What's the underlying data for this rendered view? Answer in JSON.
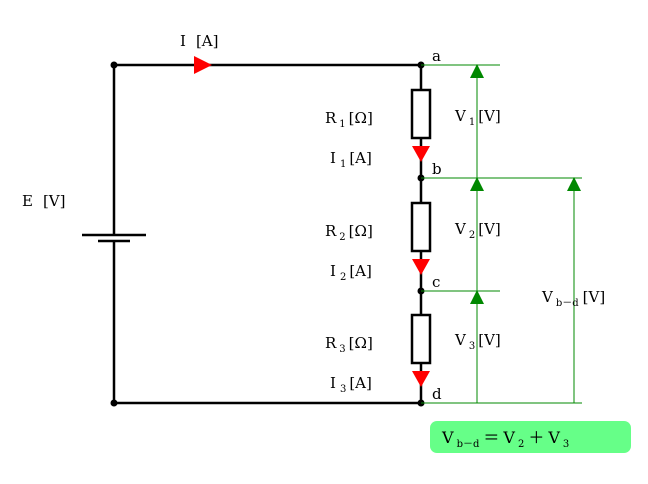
{
  "source": {
    "label": "E",
    "unit": "[V]"
  },
  "main_current": {
    "label": "I",
    "unit": "[A]"
  },
  "nodes": [
    "a",
    "b",
    "c",
    "d"
  ],
  "resistors": [
    {
      "label": "R",
      "sub": "1",
      "unit": "[Ω]"
    },
    {
      "label": "R",
      "sub": "2",
      "unit": "[Ω]"
    },
    {
      "label": "R",
      "sub": "3",
      "unit": "[Ω]"
    }
  ],
  "branch_currents": [
    {
      "label": "I",
      "sub": "1",
      "unit": "[A]"
    },
    {
      "label": "I",
      "sub": "2",
      "unit": "[A]"
    },
    {
      "label": "I",
      "sub": "3",
      "unit": "[A]"
    }
  ],
  "voltages": [
    {
      "label": "V",
      "sub": "1",
      "unit": "[V]"
    },
    {
      "label": "V",
      "sub": "2",
      "unit": "[V]"
    },
    {
      "label": "V",
      "sub": "3",
      "unit": "[V]"
    }
  ],
  "total_voltage": {
    "label": "V",
    "sub": "b－d",
    "unit": "[V]"
  },
  "equation": {
    "lhs": "V",
    "lhs_sub": "b－d",
    "eq": "＝",
    "t1": "V",
    "t1_sub": "2",
    "plus": "＋",
    "t2": "V",
    "t2_sub": "3"
  },
  "colors": {
    "wire": "#000000",
    "current_arrow": "#ff0000",
    "voltage_arrow": "#008800",
    "equation_box": "#66ff88"
  }
}
